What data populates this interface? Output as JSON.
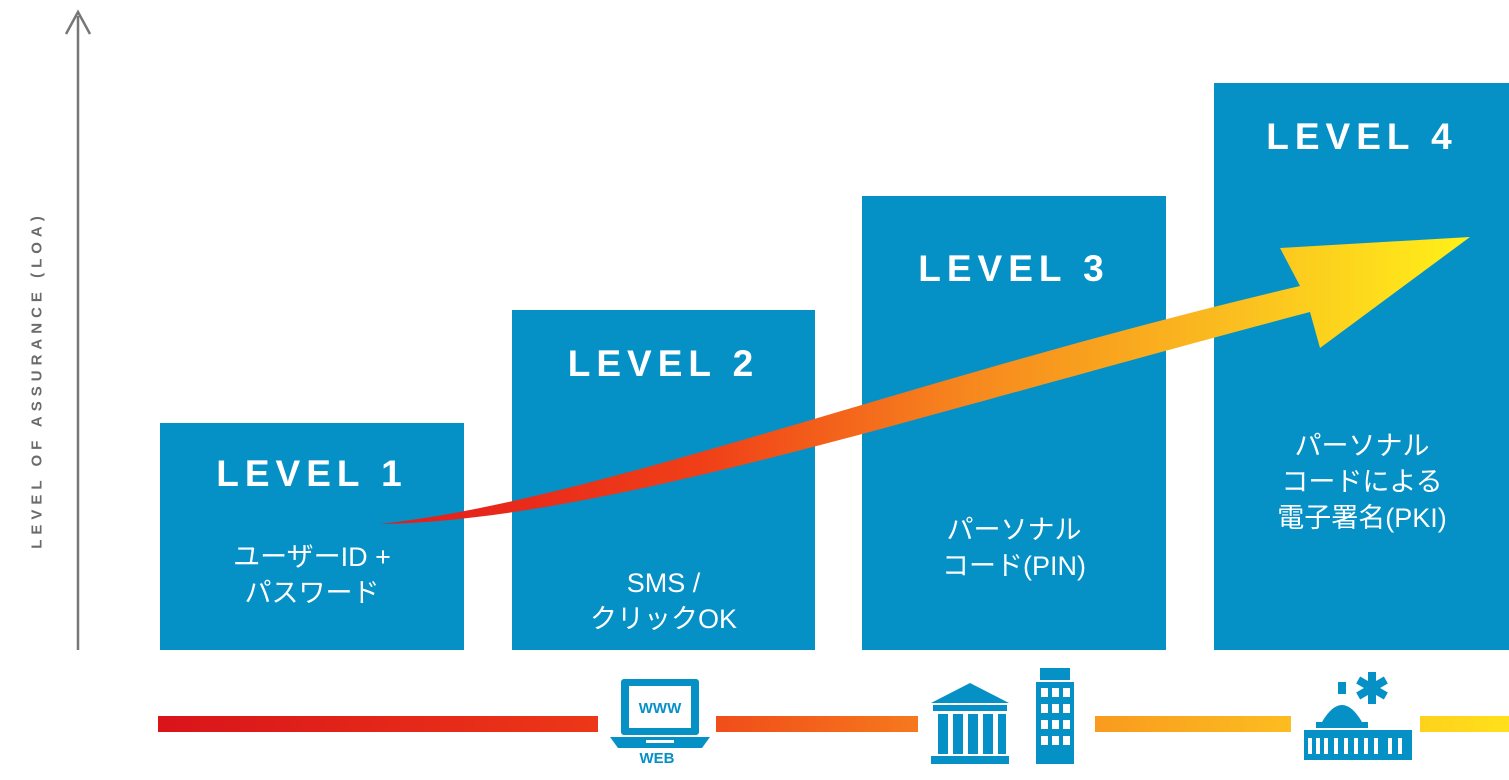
{
  "y_axis": {
    "label": "LEVEL OF ASSURANCE (LOA)"
  },
  "levels": [
    {
      "title": "LEVEL 1",
      "description": "ユーザーID +\nパスワード"
    },
    {
      "title": "LEVEL 2",
      "description": "SMS /\nクリックOK"
    },
    {
      "title": "LEVEL 3",
      "description": "パーソナル\nコード(PIN)"
    },
    {
      "title": "LEVEL 4",
      "description": "パーソナル\nコードによる\n電子署名(PKI)"
    }
  ],
  "icons": {
    "web": {
      "name": "laptop-www-icon",
      "label": "WEB",
      "screen_text": "WWW"
    },
    "bank": {
      "name": "bank-building-icon"
    },
    "office": {
      "name": "office-building-icon"
    },
    "capitol": {
      "name": "capitol-medical-icon"
    }
  },
  "colors": {
    "box": "#0590c6",
    "box_text": "#ffffff",
    "axis": "#777777",
    "gradient_start": "#e8201c",
    "gradient_mid": "#f7801e",
    "gradient_end": "#ffe81a",
    "icon": "#0590c6"
  }
}
